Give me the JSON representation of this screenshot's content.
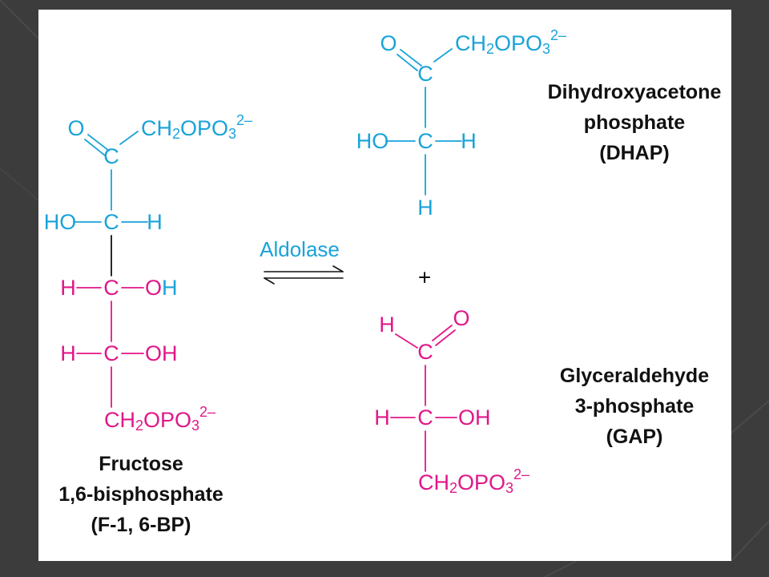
{
  "colors": {
    "cyan": "#1aa3d9",
    "magenta": "#e0188a",
    "black": "#111111",
    "frame": "#3a3a3a"
  },
  "atoms": {
    "C": "C",
    "O": "O",
    "H": "H",
    "HO": "HO",
    "OH": "OH",
    "phosphate_base": "CH",
    "phosphate_sub2": "2",
    "phosphate_mid": "OPO",
    "phosphate_sub3": "3",
    "phosphate_charge": "2–",
    "plus": "+"
  },
  "enzyme": {
    "label": "Aldolase"
  },
  "molecules": {
    "fbp": {
      "name_lines": [
        "Fructose",
        "1,6-bisphosphate",
        "(F-1, 6-BP)"
      ]
    },
    "dhap": {
      "name_lines": [
        "Dihydroxyacetone",
        "phosphate",
        "(DHAP)"
      ]
    },
    "gap": {
      "name_lines": [
        "Glyceraldehyde",
        "3-phosphate",
        "(GAP)"
      ]
    }
  }
}
